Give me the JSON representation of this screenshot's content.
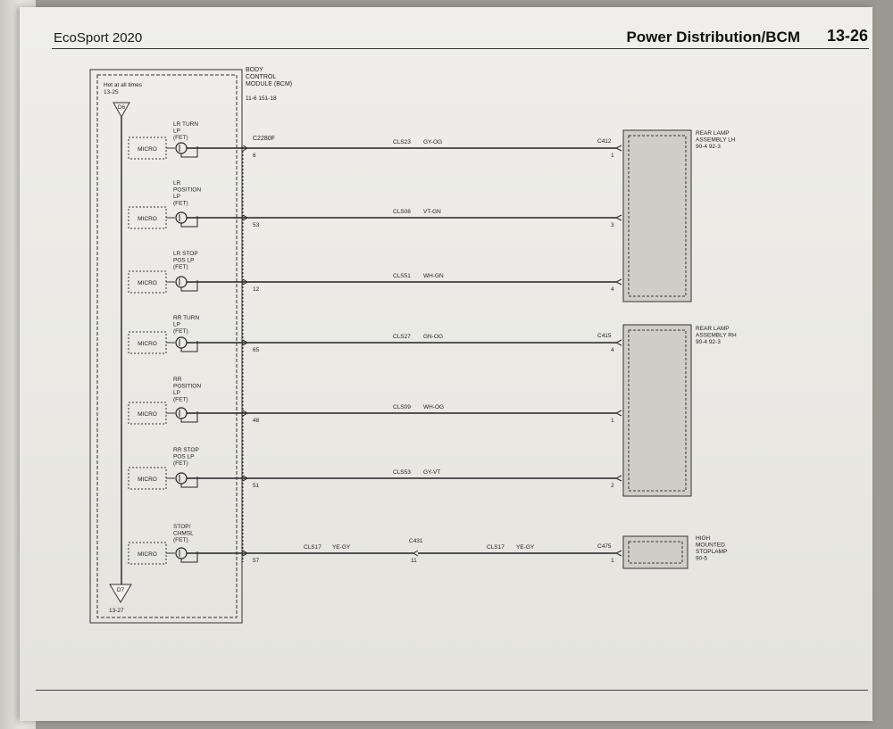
{
  "header": {
    "doc_title": "EcoSport 2020",
    "section_title": "Power Distribution/BCM",
    "page_number": "13-26"
  },
  "module": {
    "name_lines": [
      "BODY",
      "CONTROL",
      "MODULE (BCM)"
    ],
    "refs": "11-6    151-18",
    "power_label_lines": [
      "Hot at all times",
      "13-25"
    ],
    "top_tag": "D6",
    "bottom_tag": "D7",
    "bottom_ref": "13-27",
    "connector": "C2280F",
    "micro_label": "MICRO"
  },
  "circuits": [
    {
      "label_lines": [
        "LR TURN",
        "LP",
        "(FET)"
      ],
      "bcm_pin": "6",
      "circuit": "CLS23",
      "color": "GY-OG",
      "dest_connector": "C412",
      "dest_pin": "1"
    },
    {
      "label_lines": [
        "LR",
        "POSITION",
        "LP",
        "(FET)"
      ],
      "bcm_pin": "53",
      "circuit": "CLS08",
      "color": "VT-GN",
      "dest_connector": "",
      "dest_pin": "3"
    },
    {
      "label_lines": [
        "LR STOP",
        "POS LP",
        "(FET)"
      ],
      "bcm_pin": "12",
      "circuit": "CLS51",
      "color": "WH-GN",
      "dest_connector": "",
      "dest_pin": "4"
    },
    {
      "label_lines": [
        "RR TURN",
        "LP",
        "(FET)"
      ],
      "bcm_pin": "65",
      "circuit": "CLS27",
      "color": "GN-OG",
      "dest_connector": "C415",
      "dest_pin": "4"
    },
    {
      "label_lines": [
        "RR",
        "POSITION",
        "LP",
        "(FET)"
      ],
      "bcm_pin": "48",
      "circuit": "CLS09",
      "color": "WH-OG",
      "dest_connector": "",
      "dest_pin": "1"
    },
    {
      "label_lines": [
        "RR STOP",
        "POS LP",
        "(FET)"
      ],
      "bcm_pin": "51",
      "circuit": "CLS53",
      "color": "GY-VT",
      "dest_connector": "",
      "dest_pin": "2"
    },
    {
      "label_lines": [
        "STOP/",
        "CHMSL",
        "(FET)"
      ],
      "bcm_pin": "57",
      "circuit": "CLS17",
      "color": "YE-GY",
      "dest_connector": "C475",
      "dest_pin": "1",
      "inline": {
        "connector": "C431",
        "pin": "11",
        "circuit": "CLS17",
        "color": "YE-GY"
      }
    }
  ],
  "components": [
    {
      "label_lines": [
        "REAR LAMP",
        "ASSEMBLY LH",
        "90-4    92-3"
      ]
    },
    {
      "label_lines": [
        "REAR LAMP",
        "ASSEMBLY RH",
        "90-4    92-3"
      ]
    },
    {
      "label_lines": [
        "HIGH",
        "MOUNTED",
        "STOPLAMP",
        "90-5"
      ]
    }
  ],
  "colors": {
    "wire": "#222222",
    "component_fill": "#cfcdc6",
    "line": "#333333"
  }
}
